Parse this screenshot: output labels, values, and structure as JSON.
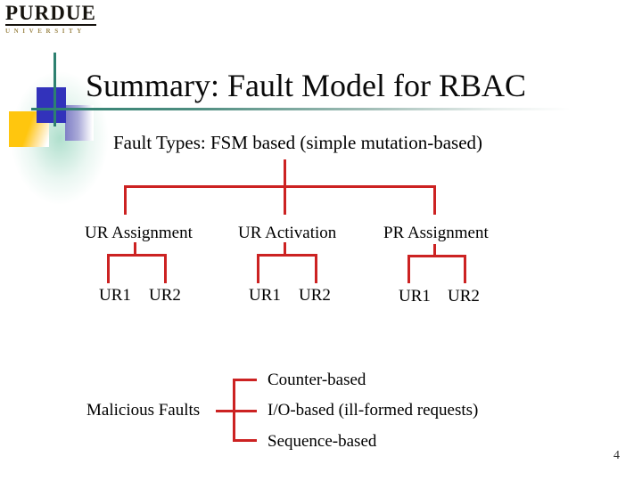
{
  "slide": {
    "title": "Summary: Fault Model for RBAC",
    "page_number": "4"
  },
  "logo": {
    "wordmark": "PURDUE",
    "subtext": "UNIVERSITY"
  },
  "fault_tree": {
    "heading": "Fault Types: FSM based (simple mutation-based)",
    "branches": [
      {
        "label": "UR Assignment",
        "children": [
          "UR1",
          "UR2"
        ]
      },
      {
        "label": "UR Activation",
        "children": [
          "UR1",
          "UR2"
        ]
      },
      {
        "label": "PR Assignment",
        "children": [
          "UR1",
          "UR2"
        ]
      }
    ]
  },
  "malicious_faults": {
    "label": "Malicious Faults",
    "items": [
      "Counter-based",
      "I/O-based (ill-formed requests)",
      "Sequence-based"
    ]
  },
  "colors": {
    "connector_red": "#cc2222",
    "accent_teal": "#2d8070",
    "logo_gold": "#9f8a50",
    "square_blue": "#3232bb",
    "square_gold": "#ffc60e",
    "square_lavender": "#8282c8"
  }
}
